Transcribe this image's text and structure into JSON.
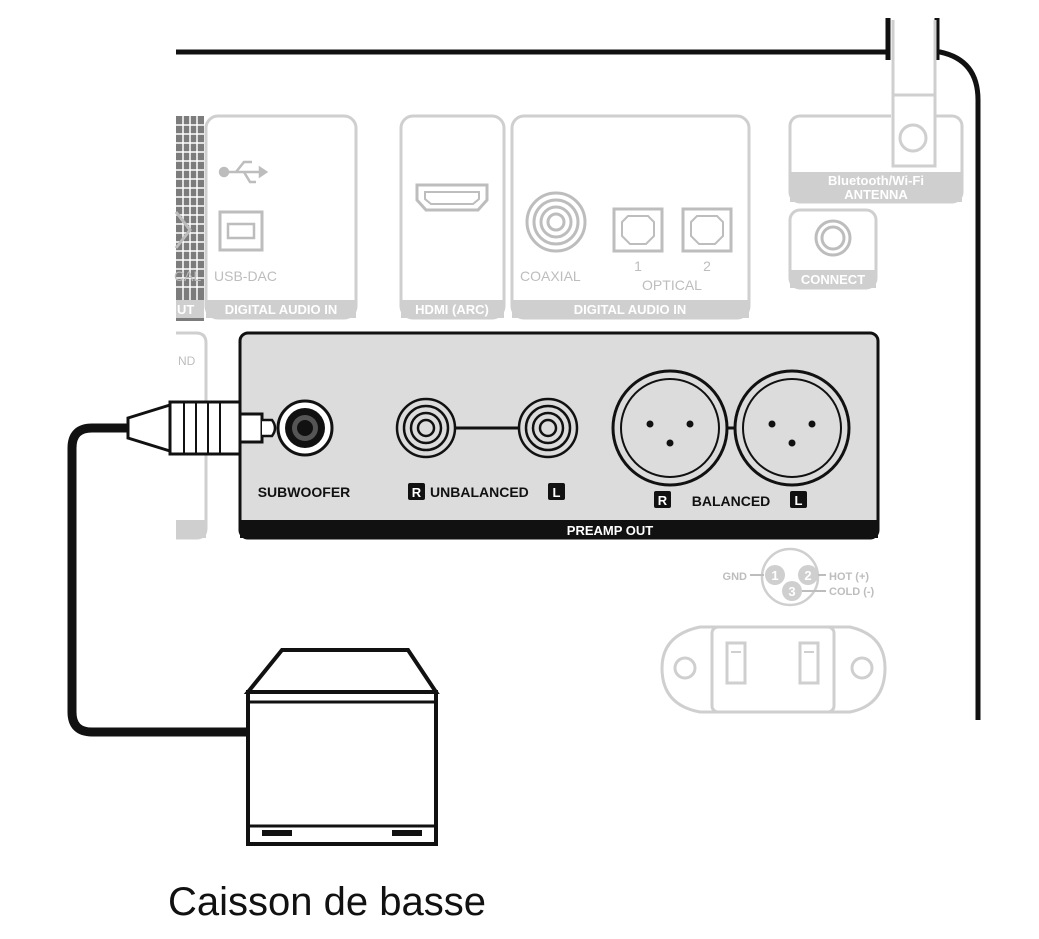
{
  "panel": {
    "digital_in_left": {
      "usb_label": "USB-DAC",
      "partial_label": "CAL",
      "bar_label": "DIGITAL AUDIO IN",
      "partial_bar": "UT"
    },
    "hdmi": {
      "bar_label": "HDMI (ARC)"
    },
    "digital_in_right": {
      "coaxial_label": "COAXIAL",
      "optical_1": "1",
      "optical_2": "2",
      "optical_label": "OPTICAL",
      "bar_label": "DIGITAL AUDIO IN"
    },
    "antenna": {
      "label_line1": "Bluetooth/Wi-Fi",
      "label_line2": "ANTENNA"
    },
    "connect": {
      "label": "CONNECT"
    },
    "side_fragment": {
      "label": "ND"
    },
    "preamp": {
      "subwoofer_label": "SUBWOOFER",
      "r_badge": "R",
      "l_badge": "L",
      "unbalanced_label": "UNBALANCED",
      "balanced_label": "BALANCED",
      "bar_label": "PREAMP OUT"
    },
    "xlr_legend": {
      "gnd": "GND",
      "hot": "HOT (+)",
      "cold": "COLD (-)",
      "pin1": "1",
      "pin2": "2",
      "pin3": "3"
    }
  },
  "caption": "Caisson de basse",
  "colors": {
    "ink": "#111111",
    "faint": "#bdbdbd",
    "panel_fill": "#dcdcdc",
    "bar": "#111111"
  }
}
